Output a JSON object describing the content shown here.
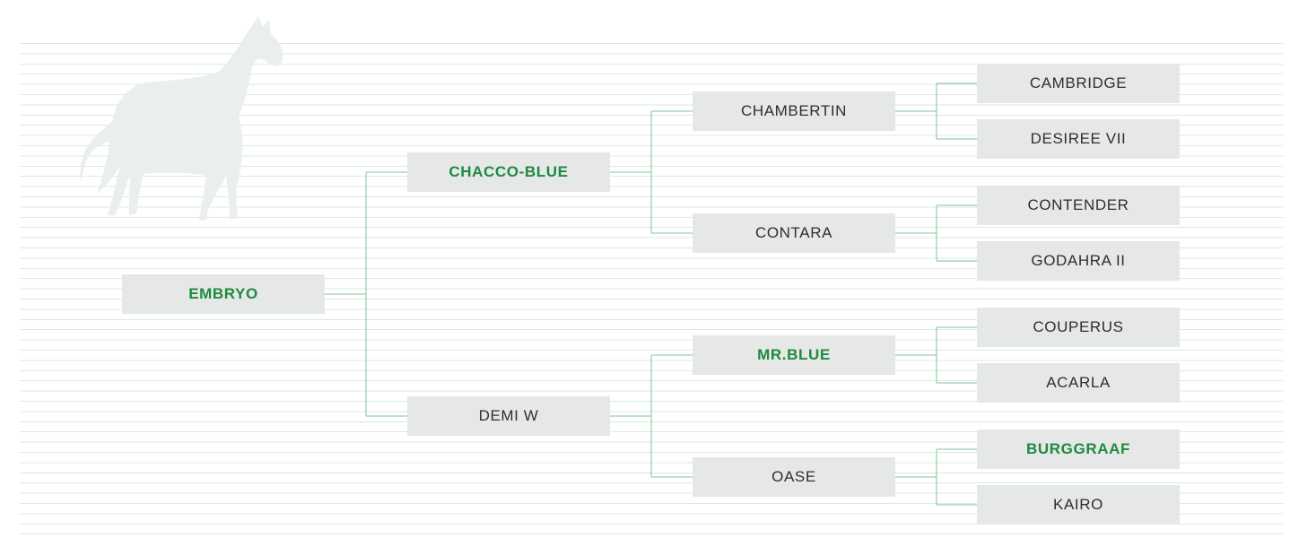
{
  "colors": {
    "highlight_text": "#1d8a3f",
    "connector": "#7cc497",
    "node_fill": "#e6e8e8",
    "stripe": "#d9ebe0",
    "horse_silhouette": "#eaefee"
  },
  "pedigree": {
    "subject": {
      "name": "EMBRYO",
      "highlighted": true
    },
    "sire": {
      "name": "CHACCO-BLUE",
      "highlighted": true
    },
    "dam": {
      "name": "DEMI W",
      "highlighted": false
    },
    "sire_sire": {
      "name": "CHAMBERTIN",
      "highlighted": false
    },
    "sire_dam": {
      "name": "CONTARA",
      "highlighted": false
    },
    "dam_sire": {
      "name": "MR.BLUE",
      "highlighted": true
    },
    "dam_dam": {
      "name": "OASE",
      "highlighted": false
    },
    "sire_sire_sire": {
      "name": "CAMBRIDGE",
      "highlighted": false
    },
    "sire_sire_dam": {
      "name": "DESIREE VII",
      "highlighted": false
    },
    "sire_dam_sire": {
      "name": "CONTENDER",
      "highlighted": false
    },
    "sire_dam_dam": {
      "name": "GODAHRA II",
      "highlighted": false
    },
    "dam_sire_sire": {
      "name": "COUPERUS",
      "highlighted": false
    },
    "dam_sire_dam": {
      "name": "ACARLA",
      "highlighted": false
    },
    "dam_dam_sire": {
      "name": "BURGGRAAF",
      "highlighted": true
    },
    "dam_dam_dam": {
      "name": "KAIRO",
      "highlighted": false
    }
  }
}
